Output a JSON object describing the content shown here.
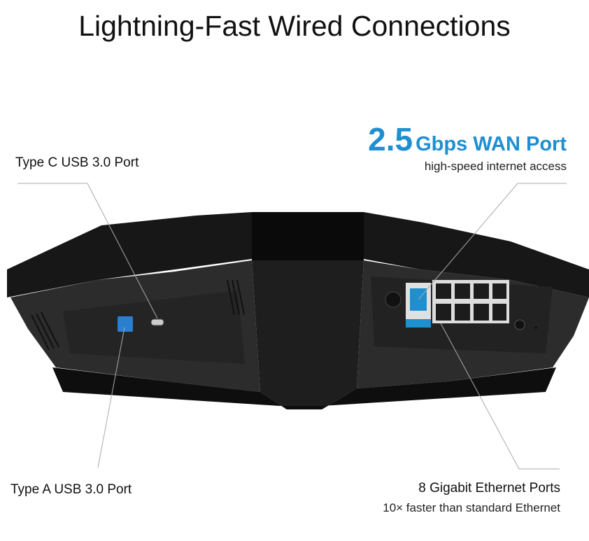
{
  "title": "Lightning-Fast Wired Connections",
  "callouts": {
    "type_c": {
      "label": "Type C USB 3.0 Port"
    },
    "wan": {
      "number": "2.5",
      "label": "Gbps WAN Port",
      "subtitle": "high-speed internet access",
      "color": "#1e8fd0"
    },
    "type_a": {
      "label": "Type A USB 3.0 Port"
    },
    "ethernet": {
      "label": "8 Gigabit Ethernet Ports",
      "subtitle": "10× faster than standard Ethernet"
    }
  },
  "product": {
    "icon": "router-rear-image",
    "wan_port_color": "#1e8fd0"
  }
}
